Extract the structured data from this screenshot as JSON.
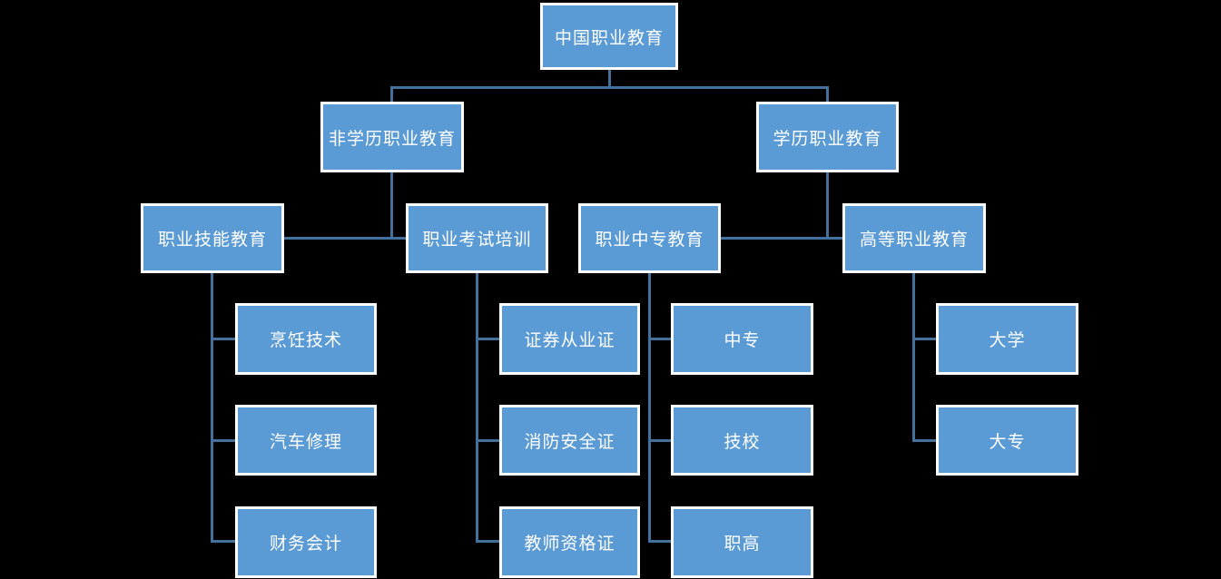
{
  "colors": {
    "background": "#000000",
    "node_fill": "#5B9BD5",
    "node_border": "#FFFFFF",
    "node_text": "#FFFFFF",
    "connector": "#41719C"
  },
  "tree": {
    "label": "中国职业教育",
    "children": [
      {
        "label": "非学历职业教育",
        "children": [
          {
            "label": "职业技能教育",
            "children": [
              {
                "label": "烹饪技术"
              },
              {
                "label": "汽车修理"
              },
              {
                "label": "财务会计"
              }
            ]
          },
          {
            "label": "职业考试培训",
            "children": [
              {
                "label": "证券从业证"
              },
              {
                "label": "消防安全证"
              },
              {
                "label": "教师资格证"
              }
            ]
          }
        ]
      },
      {
        "label": "学历职业教育",
        "children": [
          {
            "label": "职业中专教育",
            "children": [
              {
                "label": "中专"
              },
              {
                "label": "技校"
              },
              {
                "label": "职高"
              }
            ]
          },
          {
            "label": "高等职业教育",
            "children": [
              {
                "label": "大学"
              },
              {
                "label": "大专"
              }
            ]
          }
        ]
      }
    ]
  }
}
